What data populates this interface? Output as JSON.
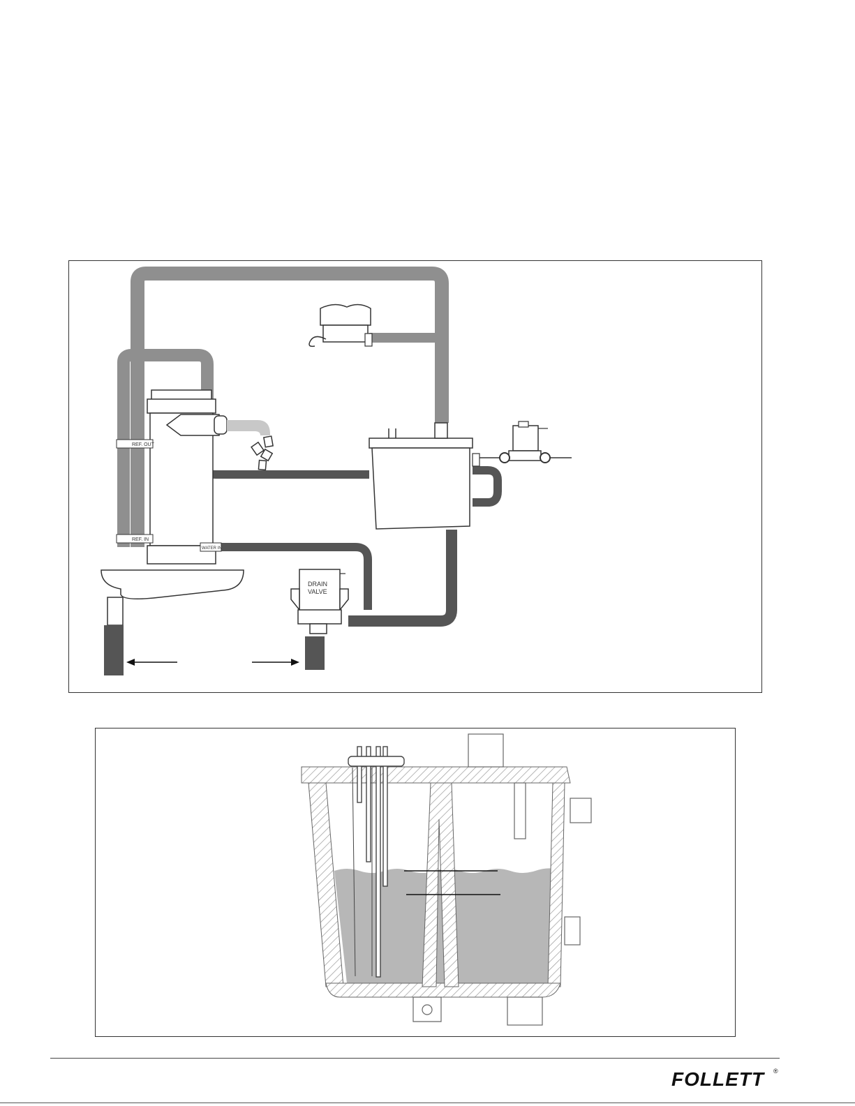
{
  "diagram": {
    "labels": {
      "ref_out": "REF. OUT",
      "ref_in": "REF. IN",
      "water_in": "WATER IN",
      "drain_valve_line1": "DRAIN",
      "drain_valve_line2": "VALVE"
    }
  },
  "footer": {
    "logo": "FOLLETT",
    "registered_mark": "®"
  },
  "colors": {
    "tube_light": "#8f8f8f",
    "tube_dark": "#555555",
    "water": "#b7b7b7",
    "outline": "#333333"
  }
}
